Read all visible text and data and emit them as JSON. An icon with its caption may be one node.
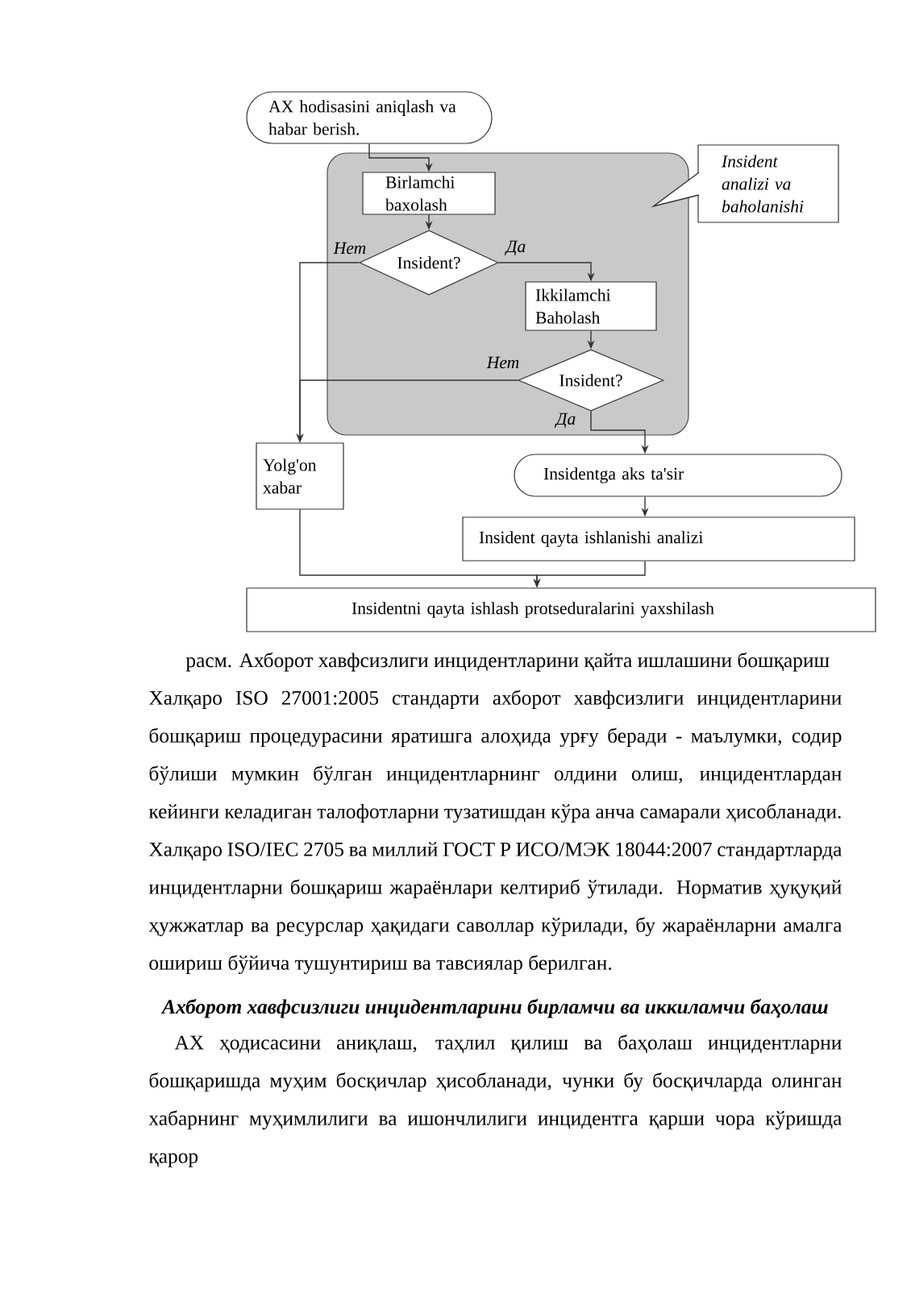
{
  "diagram": {
    "caption": "расм. Ахборот хавфсизлиги инцидентларини қайта ишлашини бошқариш",
    "nodes": [
      {
        "text": [
          "AX hodisasini aniqlash va habar berish."
        ]
      },
      {
        "text": [],
        "shape": "box"
      },
      {
        "text": [
          "Insident analizi va baholanishi"
        ]
      },
      {
        "text": [
          "Birlamchi baxolash"
        ],
        "in": 1
      },
      {
        "text": [
          "Insident?"
        ],
        "in": 1
      },
      {
        "text": [
          "Ikkilamchi Baholash"
        ],
        "in": 1
      },
      {
        "text": [
          "Insident?"
        ],
        "in": 1
      },
      {
        "text": [
          "Yolg'on xabar"
        ]
      },
      {
        "text": [
          "Insidentga aks ta'sir"
        ]
      },
      {
        "text": [
          "Insident qayta ishlanishi analizi"
        ]
      },
      {
        "text": [
          "Insidentni qayta ishlash protseduralarini yaxshilash"
        ]
      }
    ],
    "edges": [
      {
        "from": 0,
        "to": 3,
        "arrow": "to"
      },
      {
        "from": 3,
        "to": 4,
        "arrow": "to"
      },
      {
        "from": 4,
        "to": 7,
        "arrow": "to",
        "label": "Нет"
      },
      {
        "from": 4,
        "to": 5,
        "arrow": "to",
        "label": "Да"
      },
      {
        "from": 5,
        "to": 6,
        "arrow": "to"
      },
      {
        "from": 6,
        "to": 7,
        "arrow": "to",
        "label": "Нет"
      },
      {
        "from": 6,
        "to": 8,
        "arrow": "to",
        "label": "Да"
      },
      {
        "from": 8,
        "to": 9,
        "arrow": "to"
      },
      {
        "from": 9,
        "to": 10,
        "arrow": "to"
      },
      {
        "from": 7,
        "to": 10,
        "arrow": "to"
      },
      {
        "from": 2,
        "to": 1,
        "arrow": "to"
      }
    ],
    "labels": [
      "Халқаро ISO 27001:2005 стандарти ахборот хавфсизлиги инцидентларини бошқариш процедурасини яратишга алоҳида урғу беради - маълумки, содир бўлиши мумкин бўлган инцидентларнинг олдини олиш, инцидентлардан кейинги келадиган талофотларни тузатишдан кўра анча самарали ҳисобланади. Халқаро ISO/IEC 2705 ва миллий ГОСТ Р ИСО/МЭК 18044:2007 стандартларда инцидентларни бошқариш жараёнлари келтириб ўтилади. Норматив ҳуқуқий ҳужжатлар ва ресурслар ҳақидаги саволлар кўрилади, бу жараёнларни амалга ошириш бўйича тушунтириш ва тавсиялар берилган.",
      "Ахборот хавфсизлиги инцидентларини бирламчи ва иккиламчи баҳолаш",
      "АХ ҳодисасини аниқлаш, таҳлил қилиш ва баҳолаш инцидентларни бошқаришда муҳим босқичлар ҳисобланади, чунки бу босқичларда олинган хабарнинг муҳимлилиги ва ишончлилиги инцидентга қарши чора кўришда қарор"
    ]
  }
}
